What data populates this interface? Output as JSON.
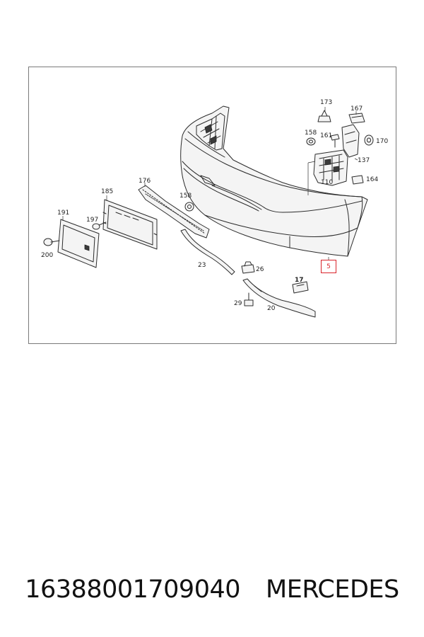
{
  "diagram": {
    "callouts": {
      "c5": "5",
      "c17": "17",
      "c20": "20",
      "c23": "23",
      "c26": "26",
      "c29": "29",
      "c110": "110",
      "c137": "137",
      "c158a": "158",
      "c158b": "158",
      "c161": "161",
      "c164": "164",
      "c167": "167",
      "c170": "170",
      "c173": "173",
      "c176": "176",
      "c185": "185",
      "c191": "191",
      "c197": "197",
      "c200": "200"
    },
    "highlight_color": "#d9242b"
  },
  "footer": {
    "part_number": "16388001709040",
    "brand": "MERCEDES"
  }
}
